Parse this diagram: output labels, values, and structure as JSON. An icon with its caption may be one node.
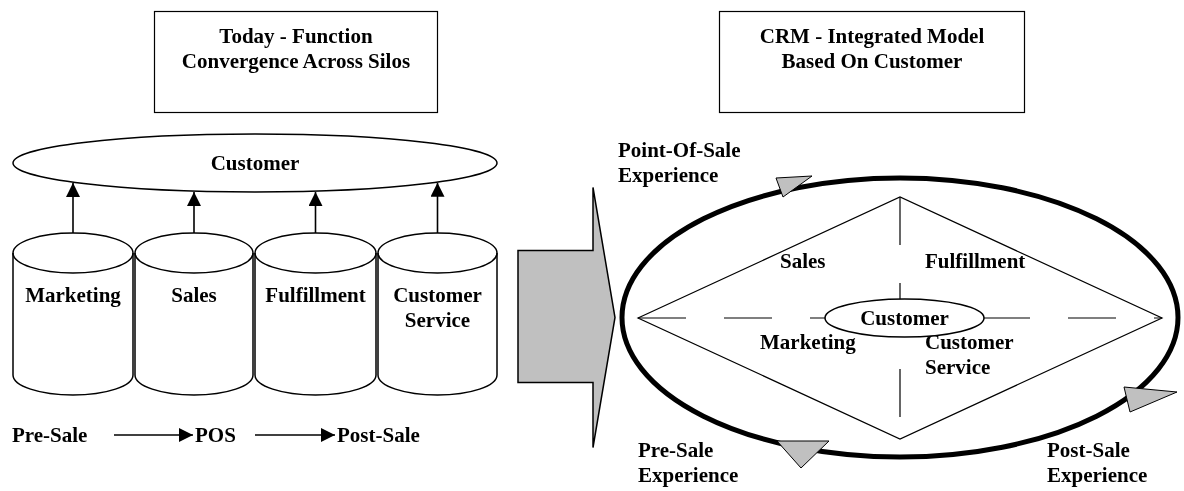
{
  "diagram": {
    "nodes": [
      {
        "text": [
          "Today - Function Convergence Across Silos"
        ]
      },
      {
        "text": [
          "CRM - Integrated Model Based On Customer"
        ]
      },
      {
        "text": [
          "Customer"
        ]
      },
      {
        "text": [
          "Marketing"
        ]
      },
      {
        "text": [
          "Sales"
        ]
      },
      {
        "text": [
          "Fulfillment"
        ]
      },
      {
        "text": [
          "Customer Service"
        ]
      },
      {
        "text": [
          "Pre-Sale"
        ]
      },
      {
        "text": [
          "POS"
        ]
      },
      {
        "text": [
          "Post-Sale"
        ]
      },
      {
        "text": [],
        "shape": "ellipse"
      },
      {
        "text": [
          "Sales",
          "Fulfillment",
          "Marketing",
          "Customer Service"
        ],
        "in": 10
      },
      {
        "text": [
          "Customer"
        ],
        "in": 11
      }
    ],
    "edges": [
      {
        "from": 3,
        "to": 2,
        "arrow": "to"
      },
      {
        "from": 4,
        "to": 2,
        "arrow": "to"
      },
      {
        "from": 5,
        "to": 2,
        "arrow": "to"
      },
      {
        "from": 6,
        "to": 2,
        "arrow": "to"
      },
      {
        "from": 7,
        "to": 8,
        "arrow": "to"
      },
      {
        "from": 8,
        "to": 9,
        "arrow": "to"
      },
      {
        "from": null,
        "to": 10,
        "arrow": "to",
        "style": "thick"
      }
    ],
    "labels": [
      "Point-Of-Sale Experience",
      "Pre-Sale Experience",
      "Post-Sale Experience"
    ]
  }
}
